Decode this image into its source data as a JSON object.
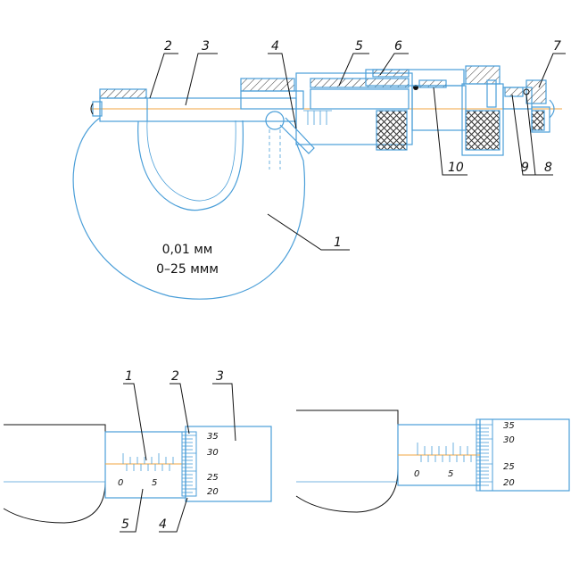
{
  "top_view": {
    "range_line1": "0,01 мм",
    "range_line2": "0–25 ммм",
    "callouts": [
      "1",
      "2",
      "3",
      "4",
      "5",
      "6",
      "7",
      "8",
      "9",
      "10"
    ]
  },
  "scale_left": {
    "callouts": [
      "1",
      "2",
      "3",
      "4",
      "5"
    ],
    "sleeve_ticks": [
      "0",
      "5"
    ],
    "thimble_ticks": [
      "35",
      "30",
      "25",
      "20"
    ]
  },
  "scale_right": {
    "sleeve_ticks": [
      "0",
      "5"
    ],
    "thimble_ticks": [
      "35",
      "30",
      "25",
      "20"
    ]
  },
  "colors": {
    "line": "#4a9ed8",
    "axis": "#f0a640",
    "text": "#111111"
  }
}
